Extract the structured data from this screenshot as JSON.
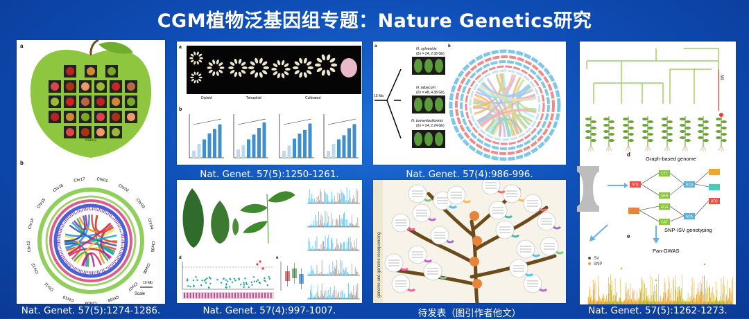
{
  "header": {
    "title": "CGM植物泛基因组专题：Nature Genetics研究"
  },
  "panels": [
    {
      "id": "p1",
      "citation": "Nat. Genet. 57(5):1274-1286.",
      "labels": {
        "a": "a",
        "b": "b",
        "center_text": "Malus",
        "scale": "Scale",
        "scale_bar": "10 Mb"
      },
      "chromosomes": [
        "Chr01",
        "Chr02",
        "Chr03",
        "Chr04",
        "Chr05",
        "Chr06",
        "Chr07",
        "Chr08",
        "Chr09",
        "Chr10",
        "Chr11",
        "Chr12",
        "Chr13",
        "Chr14",
        "Chr15",
        "Chr16",
        "Chr17"
      ]
    },
    {
      "id": "p2",
      "citation": "Nat. Genet. 57(5):1250-1261.",
      "labels": {
        "a": "a",
        "b": "b",
        "diploid": "Diploid",
        "tetraploid": "Tetraploid",
        "cultivated": "Cultivated"
      }
    },
    {
      "id": "p3",
      "citation": "Nat. Genet. 57(4):986-996.",
      "labels": {
        "a": "a",
        "b": "b",
        "sp1": "N. sylvestris",
        "sp1_info": "(2n = 24, 2.38 Gb)",
        "sp2": "N. tabacum",
        "sp2_info": "(2n = 48, 4.38 Gb)",
        "sp3": "N. tomentosiformis",
        "sp3_info": "(2n = 24, 2.24 Gb)",
        "ma": "15 Ma"
      }
    },
    {
      "id": "p4",
      "citation": "Nat. Genet. 57(5):1262-1273.",
      "labels": {
        "mt": "Mt",
        "d": "d",
        "graph": "Graph-based genome",
        "snp_sv": "SNP-/SV genotyping",
        "e": "e",
        "pan_gwas": "Pan-GWAS",
        "sv": "SV",
        "snp": "SNP",
        "nodes": [
          "ATG",
          "CTT",
          "GCA",
          "AGG",
          "ACA",
          "CAT",
          "ACA",
          "ATG"
        ]
      }
    },
    {
      "id": "p5",
      "citation": "Nat. Genet. 57(4):997-1007.",
      "labels": {
        "d": "d",
        "e": "e"
      }
    },
    {
      "id": "p6",
      "citation": "待发表（图引作者他文）",
      "labels": {
        "side_text": "genome and genome resequencing"
      }
    }
  ],
  "colors": {
    "background": "#0f4fb8",
    "title_text": "#ffffff",
    "caption_text": "#ffffff"
  }
}
